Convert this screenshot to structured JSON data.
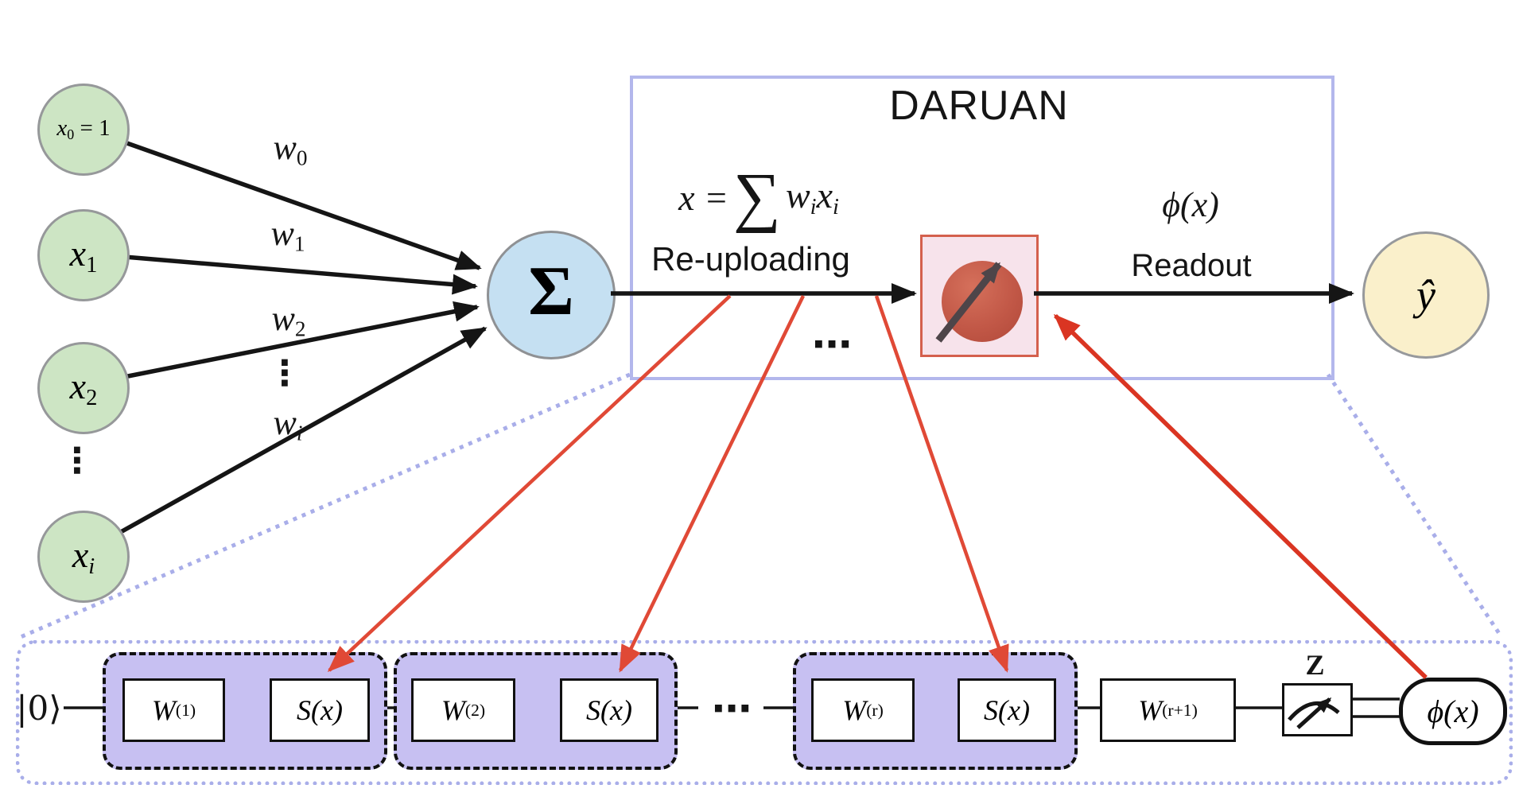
{
  "perceptron": {
    "inputs": [
      {
        "base": "x",
        "sub": "0",
        "suffix": " = 1"
      },
      {
        "base": "x",
        "sub": "1",
        "suffix": ""
      },
      {
        "base": "x",
        "sub": "2",
        "suffix": ""
      },
      {
        "base": "x",
        "sub": "i",
        "suffix": ""
      }
    ],
    "weights": [
      {
        "base": "w",
        "sub": "0"
      },
      {
        "base": "w",
        "sub": "1"
      },
      {
        "base": "w",
        "sub": "2"
      },
      {
        "base": "w",
        "sub": "i"
      }
    ],
    "input_vdots": "⋮",
    "weight_vdots": "⋮",
    "sum_symbol": "Σ",
    "output_label": "ŷ"
  },
  "daruan": {
    "title": "DARUAN",
    "formula": {
      "lhs": "x =",
      "sigma": "∑",
      "w": "w",
      "w_sub": "i",
      "x": "x",
      "x_sub": "i"
    },
    "reuploading_label": "Re-uploading",
    "readout_formula": "ϕ(x)",
    "readout_label": "Readout",
    "dots": "⋯"
  },
  "circuit": {
    "initial_state": "|0⟩",
    "gates": [
      {
        "base": "W",
        "sup": "(1)"
      },
      {
        "base": "S(x)",
        "sup": ""
      },
      {
        "base": "W",
        "sup": "(2)"
      },
      {
        "base": "S(x)",
        "sup": ""
      },
      {
        "base": "W",
        "sup": "(r)"
      },
      {
        "base": "S(x)",
        "sup": ""
      },
      {
        "base": "W",
        "sup": "(r+1)"
      }
    ],
    "dots": "⋯",
    "measurement_basis": "Z",
    "readout": "ϕ(x)"
  },
  "colors": {
    "input_node_fill": "#cde5c4",
    "sum_node_fill": "#c5e0f2",
    "output_node_fill": "#faf0cb",
    "node_border": "#96989a",
    "daruan_border": "#b3b7ec",
    "dotted_border": "#a9aee9",
    "group_fill": "#c7c0f2",
    "qubit_box_fill": "#f7e3eb",
    "qubit_box_border": "#d4604d",
    "qubit_ball": "#c25847",
    "red_arrow": "#e04936",
    "line_black": "#151515"
  }
}
